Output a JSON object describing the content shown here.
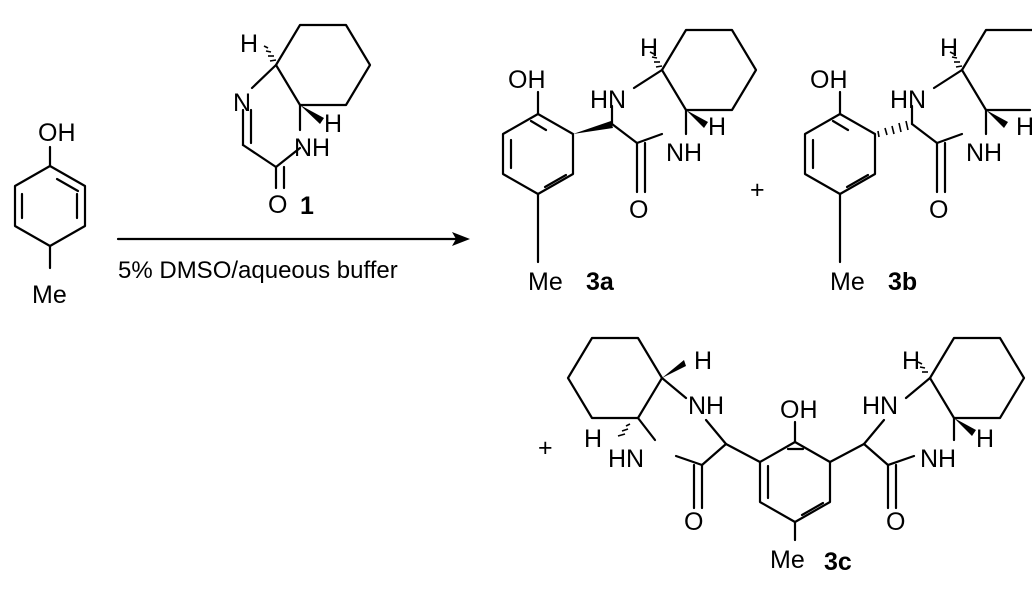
{
  "reagent": {
    "hydroxyl_label": "OH",
    "methyl_label": "Me"
  },
  "compound_1": {
    "number": "1",
    "H_top": "H",
    "H_right": "H",
    "N_imine": "N",
    "NH": "NH",
    "O": "O"
  },
  "conditions": {
    "solvent": "5% DMSO/aqueous buffer"
  },
  "product_3a": {
    "number": "3a",
    "OH": "OH",
    "HN": "HN",
    "NH": "NH",
    "H_top": "H",
    "H_right": "H",
    "O": "O",
    "Me": "Me"
  },
  "product_3b": {
    "number": "3b",
    "OH": "OH",
    "HN": "HN",
    "NH": "NH",
    "H_top": "H",
    "H_right": "H",
    "O": "O",
    "Me": "Me"
  },
  "product_3c": {
    "number": "3c",
    "OH": "OH",
    "left_NH": "NH",
    "left_HN": "HN",
    "left_H_top": "H",
    "left_H_bottom": "H",
    "left_O": "O",
    "right_HN": "HN",
    "right_NH": "NH",
    "right_H_top": "H",
    "right_H_bottom": "H",
    "right_O": "O",
    "Me": "Me"
  },
  "plus_signs": {
    "plus_1": "+",
    "plus_2": "+"
  }
}
